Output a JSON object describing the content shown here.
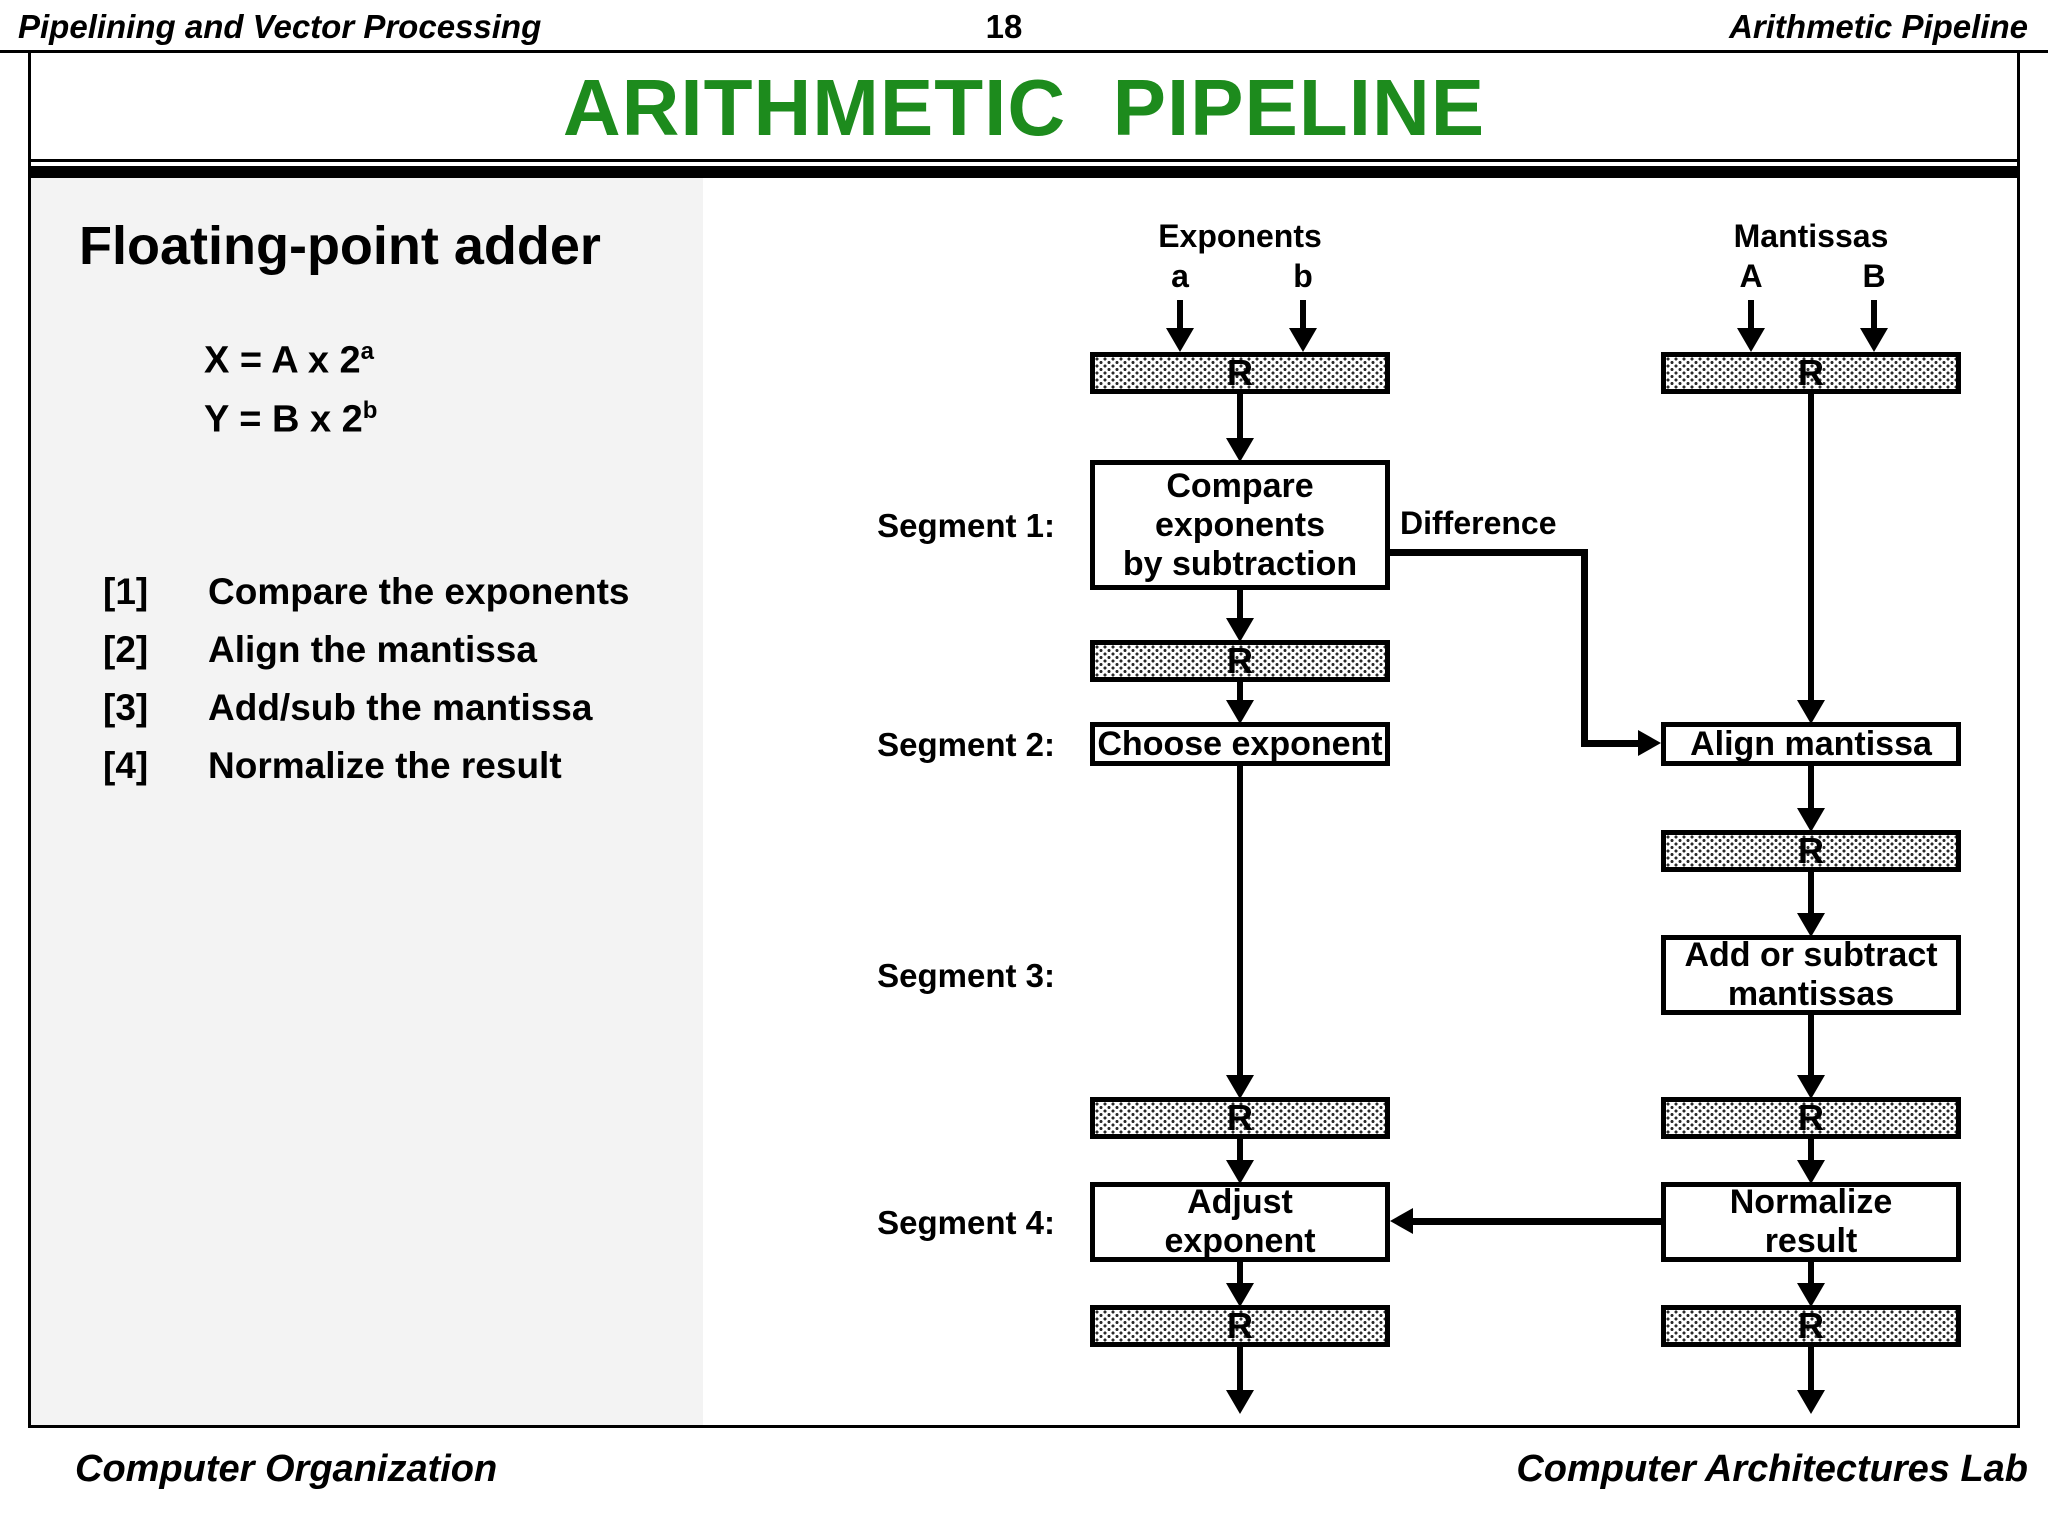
{
  "header": {
    "course": "Pipelining and Vector Processing",
    "page": "18",
    "section": "Arithmetic Pipeline"
  },
  "title": "ARITHMETIC  PIPELINE",
  "left_panel": {
    "heading": "Floating-point adder",
    "formulas": [
      {
        "base": "X = A x 2",
        "sup": "a"
      },
      {
        "base": "Y = B x 2",
        "sup": "b"
      }
    ],
    "steps": [
      {
        "num": "[1]",
        "text": "Compare the exponents"
      },
      {
        "num": "[2]",
        "text": "Align the mantissa"
      },
      {
        "num": "[3]",
        "text": "Add/sub the mantissa"
      },
      {
        "num": "[4]",
        "text": "Normalize the result"
      }
    ]
  },
  "diagram": {
    "exponents": {
      "heading": "Exponents",
      "input_a": "a",
      "input_b": "b"
    },
    "mantissas": {
      "heading": "Mantissas",
      "input_a": "A",
      "input_b": "B"
    },
    "register_label": "R",
    "segments": [
      {
        "label": "Segment 1:"
      },
      {
        "label": "Segment 2:"
      },
      {
        "label": "Segment 3:"
      },
      {
        "label": "Segment 4:"
      }
    ],
    "boxes": {
      "compare": "Compare\nexponents\nby subtraction",
      "choose": "Choose exponent",
      "align": "Align mantissa",
      "addsub": "Add or subtract\nmantissas",
      "adjust": "Adjust\nexponent",
      "normalize": "Normalize\nresult"
    },
    "difference_label": "Difference"
  },
  "footer": {
    "left": "Computer Organization",
    "right": "Computer Architectures Lab"
  },
  "colors": {
    "title_green": "#1d8b1d",
    "ink": "#000000",
    "panel_gray": "#f3f3f3"
  }
}
